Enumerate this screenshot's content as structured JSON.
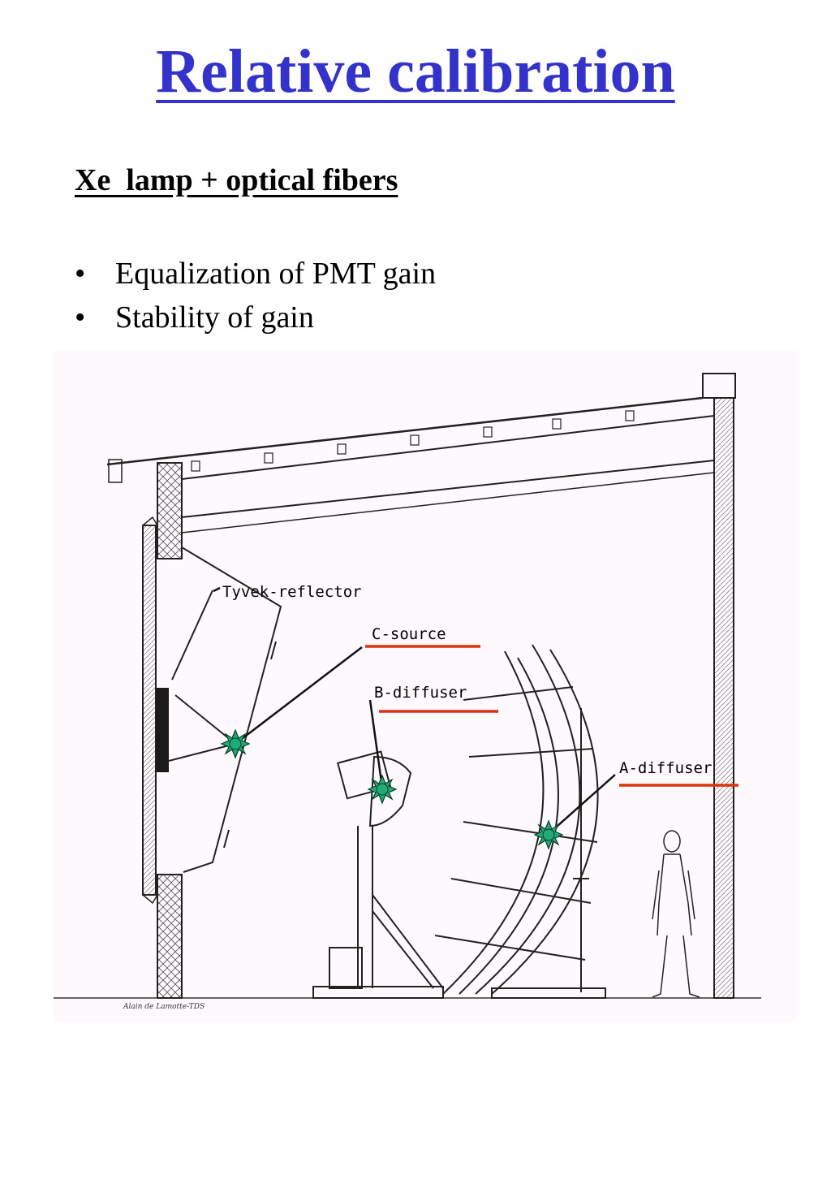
{
  "slide": {
    "title": "Relative calibration",
    "subtitle": "Xe  lamp + optical fibers",
    "bullets": [
      "Equalization of PMT gain",
      "Stability of gain"
    ]
  },
  "figure": {
    "labels": {
      "tyvek": "Tyvek-reflector",
      "c_source": "C-source",
      "b_diffuser": "B-diffuser",
      "a_diffuser": "A-diffuser"
    },
    "credit": "Alain de Lamotte-TDS",
    "colors": {
      "title": "#3333cc",
      "label_underline": "#dd3311",
      "source_marker": "#22aa77",
      "background": "#fdf9fd"
    }
  }
}
